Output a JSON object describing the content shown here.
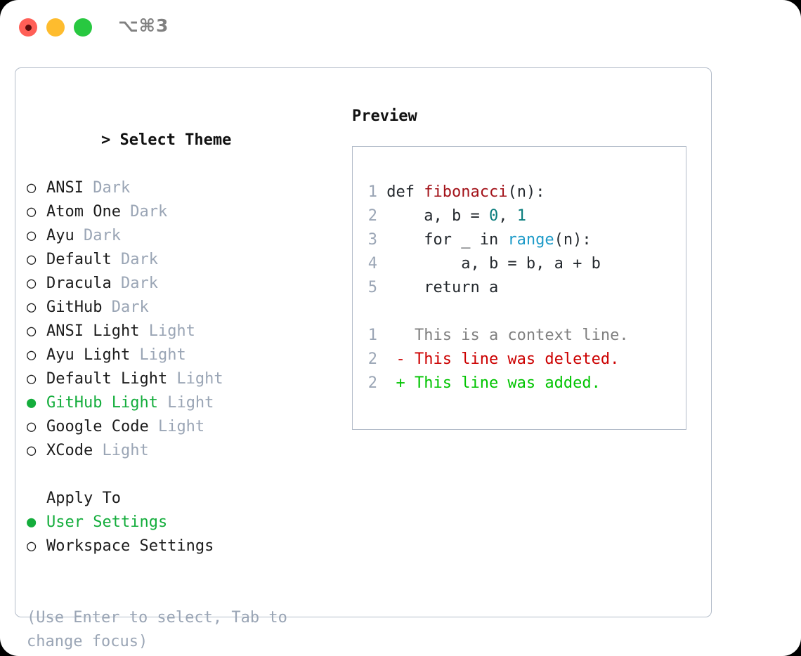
{
  "titlebar": {
    "traffic_lights": [
      {
        "name": "close",
        "color": "#ff5f57"
      },
      {
        "name": "minimize",
        "color": "#febc2e"
      },
      {
        "name": "zoom",
        "color": "#28c840"
      }
    ],
    "shortcut": "⌥⌘3"
  },
  "theme_picker": {
    "heading": "Select Theme",
    "heading_marker": "> ",
    "marker_unselected": "○ ",
    "marker_selected": "● ",
    "items": [
      {
        "label": "ANSI",
        "variant": "Dark",
        "selected": false
      },
      {
        "label": "Atom One",
        "variant": "Dark",
        "selected": false
      },
      {
        "label": "Ayu",
        "variant": "Dark",
        "selected": false
      },
      {
        "label": "Default",
        "variant": "Dark",
        "selected": false
      },
      {
        "label": "Dracula",
        "variant": "Dark",
        "selected": false
      },
      {
        "label": "GitHub",
        "variant": "Dark",
        "selected": false
      },
      {
        "label": "ANSI Light",
        "variant": "Light",
        "selected": false
      },
      {
        "label": "Ayu Light",
        "variant": "Light",
        "selected": false
      },
      {
        "label": "Default Light",
        "variant": "Light",
        "selected": false
      },
      {
        "label": "GitHub Light",
        "variant": "Light",
        "selected": true
      },
      {
        "label": "Google Code",
        "variant": "Light",
        "selected": false
      },
      {
        "label": "XCode",
        "variant": "Light",
        "selected": false
      }
    ]
  },
  "apply_to": {
    "heading": "Apply To",
    "items": [
      {
        "label": "User Settings",
        "selected": true
      },
      {
        "label": "Workspace Settings",
        "selected": false
      }
    ]
  },
  "hint": "(Use Enter to select, Tab to change focus)",
  "preview": {
    "title": "Preview",
    "code_lines": [
      {
        "no": "1",
        "tokens": [
          {
            "t": "def ",
            "c": "plain"
          },
          {
            "t": "fibonacci",
            "c": "fn"
          },
          {
            "t": "(n):",
            "c": "plain"
          }
        ]
      },
      {
        "no": "2",
        "tokens": [
          {
            "t": "    a, b = ",
            "c": "plain"
          },
          {
            "t": "0",
            "c": "num"
          },
          {
            "t": ", ",
            "c": "plain"
          },
          {
            "t": "1",
            "c": "num"
          }
        ]
      },
      {
        "no": "3",
        "tokens": [
          {
            "t": "    for _ in ",
            "c": "plain"
          },
          {
            "t": "range",
            "c": "builtin"
          },
          {
            "t": "(n):",
            "c": "plain"
          }
        ]
      },
      {
        "no": "4",
        "tokens": [
          {
            "t": "        a, b = b, a + b",
            "c": "plain"
          }
        ]
      },
      {
        "no": "5",
        "tokens": [
          {
            "t": "    return a",
            "c": "plain"
          }
        ]
      }
    ],
    "diff_lines": [
      {
        "no": "1",
        "sign": "  ",
        "text": "This is a context line.",
        "kind": "ctx"
      },
      {
        "no": "2",
        "sign": "- ",
        "text": "This line was deleted.",
        "kind": "del"
      },
      {
        "no": "2",
        "sign": "+ ",
        "text": "This line was added.",
        "kind": "add"
      }
    ]
  },
  "colors": {
    "selection_green": "#14ad3c",
    "muted": "#9aa5b5",
    "border": "#b3bcc9",
    "diff_delete": "#cc0000",
    "diff_add": "#00c400",
    "syntax_function": "#a3131a",
    "syntax_builtin": "#1c9ac8",
    "syntax_number": "#0a7d7d"
  }
}
